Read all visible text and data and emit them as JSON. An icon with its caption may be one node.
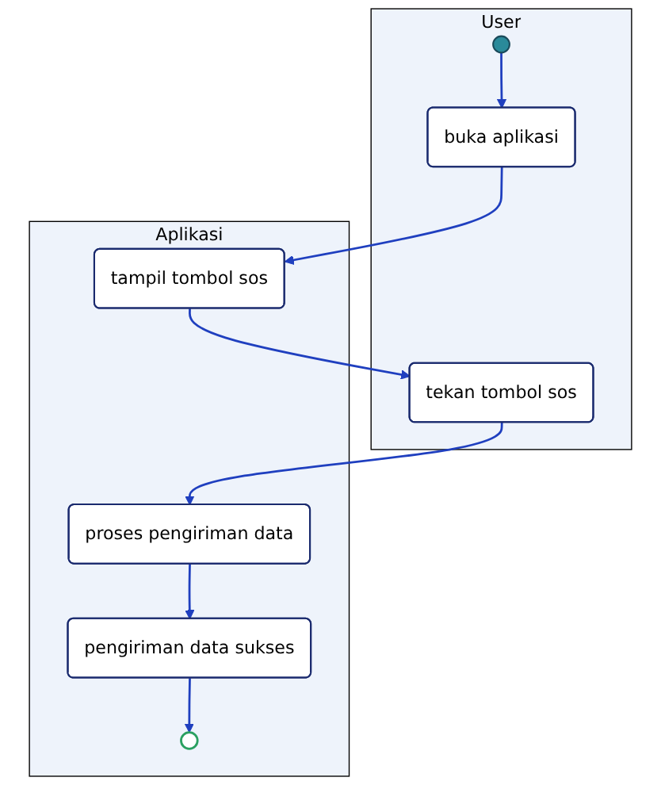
{
  "diagram": {
    "nodes": [
      {
        "text": [
          "User"
        ]
      },
      {
        "text": [
          "Aplikasi"
        ]
      },
      {
        "text": [],
        "shape": "circle",
        "in": 0
      },
      {
        "text": [
          "buka aplikasi"
        ],
        "in": 0
      },
      {
        "text": [
          "tampil tombol sos"
        ],
        "in": 1
      },
      {
        "text": [
          "tekan tombol sos"
        ],
        "in": 0
      },
      {
        "text": [
          "proses pengiriman data"
        ],
        "in": 1
      },
      {
        "text": [
          "pengiriman data sukses"
        ],
        "in": 1
      },
      {
        "text": [],
        "shape": "circle",
        "in": 1
      }
    ],
    "edges": [
      {
        "from": 2,
        "to": 3,
        "arrow": "to"
      },
      {
        "from": 3,
        "to": 4,
        "arrow": "to"
      },
      {
        "from": 4,
        "to": 5,
        "arrow": "to"
      },
      {
        "from": 5,
        "to": 6,
        "arrow": "to"
      },
      {
        "from": 6,
        "to": 7,
        "arrow": "to"
      },
      {
        "from": 7,
        "to": 8,
        "arrow": "to"
      }
    ]
  }
}
